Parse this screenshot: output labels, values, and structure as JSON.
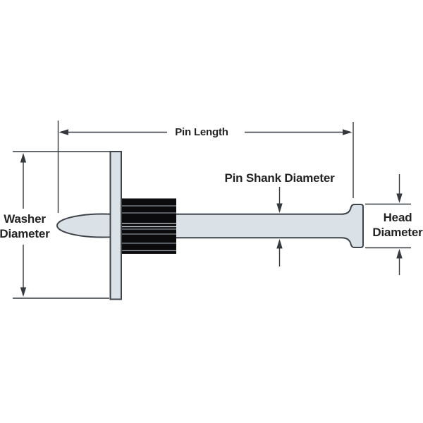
{
  "figure": {
    "kind": "technical-dimension-diagram",
    "labels": {
      "pin_length": "Pin Length",
      "pin_shank_diameter": "Pin Shank Diameter",
      "washer_diameter": "Washer Diameter",
      "head_diameter": "Head Diameter"
    },
    "parts": {
      "tip": "pin-tip",
      "shank": "pin-shank",
      "head": "pin-head",
      "washer": "washer",
      "flutes": "fluted-guide-sleeve"
    },
    "colors": {
      "background": "#ffffff",
      "pin_fill": "#dbe2e7",
      "pin_outline": "#3f444a",
      "flute_fill": "#0b0b0e",
      "flute_ridge": "#878d96",
      "flute_ridge_light": "#ccd1d6",
      "dimension_line": "#35383c",
      "text": "#232323"
    }
  }
}
